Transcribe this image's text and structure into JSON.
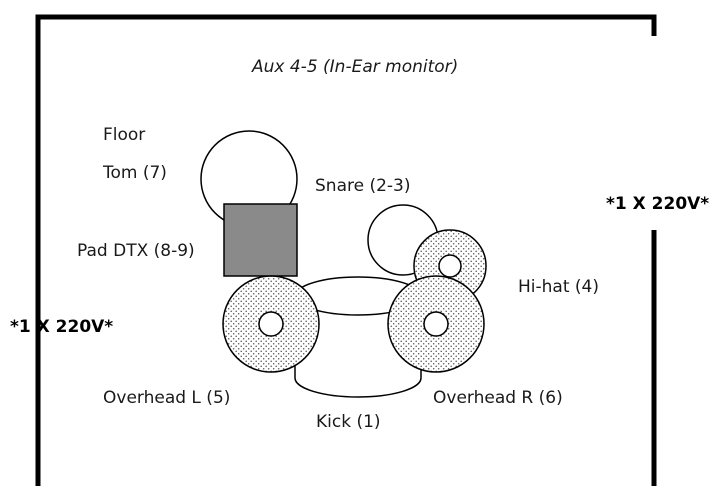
{
  "stage_title": "Aux 4-5 (In-Ear monitor)",
  "labels": {
    "floor_tom_line1": "Floor",
    "floor_tom_line2": "Tom (7)",
    "snare": "Snare (2-3)",
    "pad": "Pad DTX (8-9)",
    "hihat": "Hi-hat (4)",
    "overhead_l": "Overhead L (5)",
    "overhead_r": "Overhead R (6)",
    "kick": "Kick (1)"
  },
  "power": {
    "right": "*1 X 220V*",
    "left": "*1 X 220V*"
  },
  "colors": {
    "line": "#000000",
    "pad_fill": "#8a8a8a",
    "dot_fill": "#555555"
  }
}
